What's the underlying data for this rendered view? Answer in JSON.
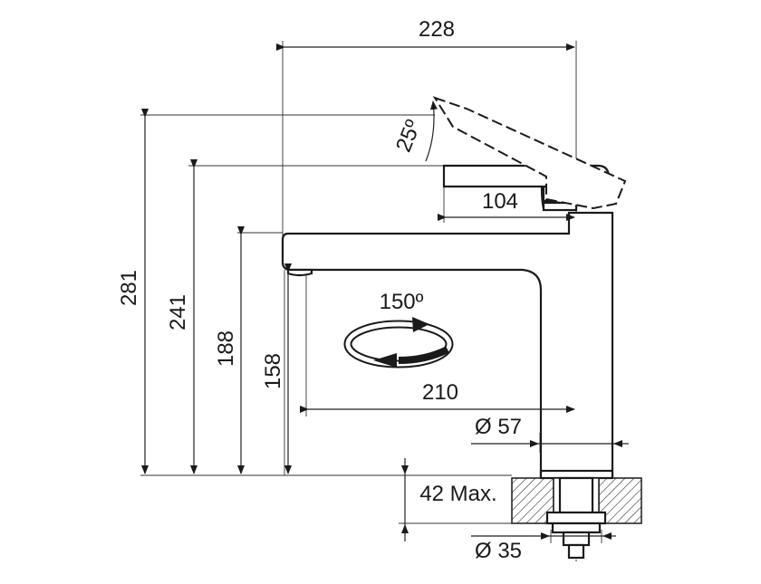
{
  "drawing": {
    "dimensions": {
      "total_width": "228",
      "total_height": "281",
      "handle_height": "241",
      "spout_height": "188",
      "outlet_height": "158",
      "handle_length": "104",
      "spout_reach": "210",
      "handle_angle": "25º",
      "swivel_angle": "150º",
      "body_diameter": "Ø 57",
      "thread_diameter": "Ø 35",
      "max_worktop": "42 Max."
    }
  }
}
